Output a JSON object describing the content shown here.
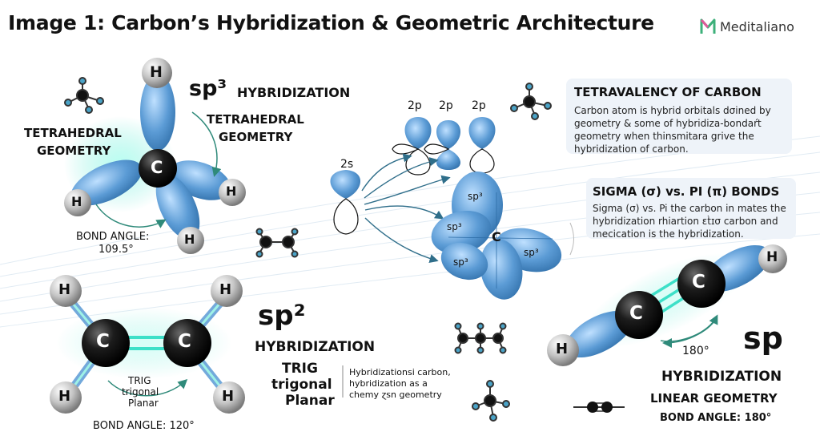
{
  "header": {
    "title": "Image 1: Carbon’s Hybridization & Geometric Architecture",
    "brand": "Meditaliano",
    "brand_icon": "m-letter-logo-icon"
  },
  "colors": {
    "orbital": "#5b9bd5",
    "orbital_dark": "#2f6ea8",
    "atom_carbon": "#111111",
    "atom_hydrogen": "#b8b8b8",
    "glow": "#3de0c8",
    "box_bg": "#eef3f9"
  },
  "sp3": {
    "prefix": "sp³",
    "word": "HYBRIDIZATION",
    "geometry_left_1": "TETRAHEDRAL",
    "geometry_left_2": "GEOMETRY",
    "geometry_right_1": "TETRAHEDRAL",
    "geometry_right_2": "GEOMETRY",
    "angle_1": "BOND ANGLE:",
    "angle_2": "109.5°",
    "carbon": "C",
    "hydrogen": "H"
  },
  "sp2": {
    "prefix": "sp²",
    "word": "HYBRIDIZATION",
    "trig_1": "TRIG",
    "trig_2": "trigonal",
    "trig_3": "Planar",
    "center_1": "TRIG",
    "center_2": "trigonal",
    "center_3": "Planar",
    "angle": "BOND ANGLE: 120°",
    "note_1": "Hybridizationsi carbon,",
    "note_2": "hybridization as a",
    "note_3": "chemy ɀsn geometry",
    "carbon": "C",
    "hydrogen": "H"
  },
  "sp": {
    "prefix": "sp",
    "word": "HYBRIDIZATION",
    "geometry": "LINEAR GEOMETRY",
    "angle": "BOND ANGLE: 180°",
    "angle_marker": "180°",
    "carbon": "C",
    "hydrogen": "H"
  },
  "orbitals": {
    "s_label": "2s",
    "p_labels": [
      "2p",
      "2p",
      "2p"
    ],
    "hybrid_labels": [
      "sp³",
      "sp³",
      "sp³",
      "sp³"
    ],
    "center": "C"
  },
  "tetravalency": {
    "heading": "TETRAVALENCY OF CARBON",
    "body": "Carbon atom is  hybrid orbitals dσined by geometry & some of hybridiza-bondaŕt geometry when thinsmitara grive the hybridization of carbon."
  },
  "sigma_pi": {
    "heading": "SIGMA (σ) vs. PI (π) BONDS",
    "body": "Sigma (σ) vs. Pi the carbon in mates the hybridization rhiartion ɛt̀ɪσ carbon and mecication is the  hybridization."
  },
  "icons": [
    "tetrahedral-molecule-icon",
    "tetrahedral-molecule-icon",
    "ethane-molecule-icon",
    "chain-molecule-icon",
    "tetrahedral-molecule-icon",
    "triple-bond-molecule-icon"
  ]
}
